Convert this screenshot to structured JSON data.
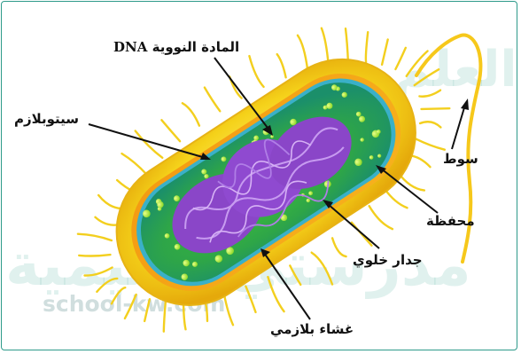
{
  "labels": {
    "nuclear_material_ar": "المادة النووية",
    "nuclear_material_dna": "DNA",
    "cytoplasm": "سيتوبلازم",
    "flagellum": "سوط",
    "capsule": "محفظة",
    "cell_wall": "جدار خلوي",
    "plasma_membrane": "غشاء بلازمي"
  },
  "watermark": {
    "arabic_top": "العلم",
    "arabic_bottom": "مدرستي تعليمية",
    "url": "school-kw.com"
  },
  "colors": {
    "capsule": "#f5d21a",
    "cell_wall": "#f39a12",
    "plasma_membrane": "#3ab0c8",
    "cytoplasm": "#2ea548",
    "nucleoid": "#8a46c8",
    "frame": "#2e9a8a"
  }
}
